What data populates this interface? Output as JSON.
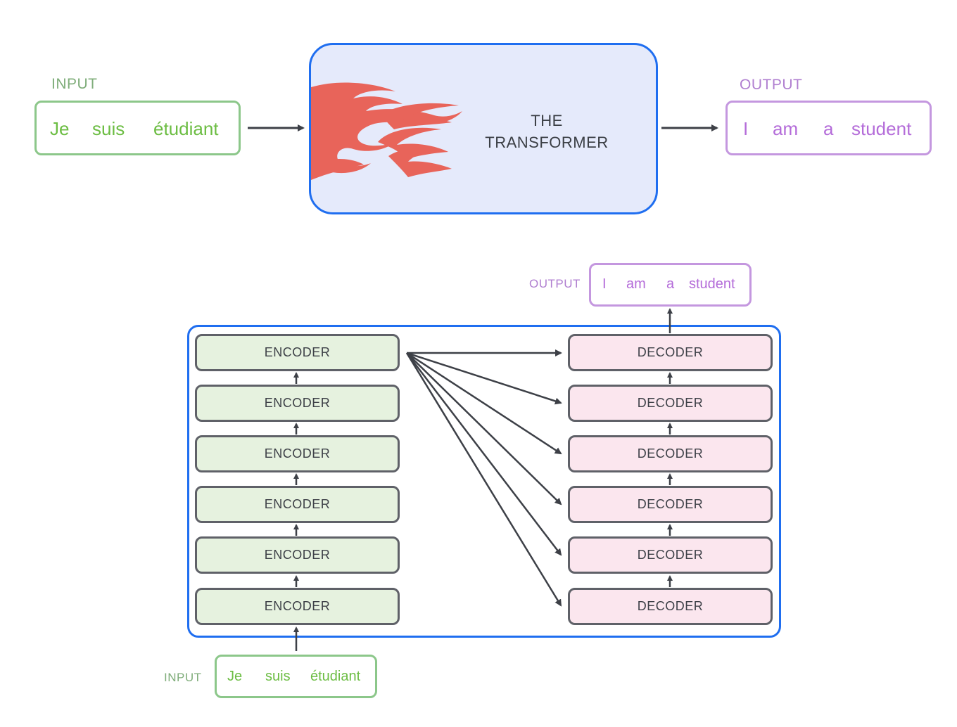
{
  "top": {
    "input_label": "INPUT",
    "input_words": [
      "Je",
      "suis",
      "étudiant"
    ],
    "transformer_line1": "THE",
    "transformer_line2": "TRANSFORMER",
    "output_label": "OUTPUT",
    "output_words": [
      "I",
      "am",
      "a",
      "student"
    ]
  },
  "bottom": {
    "output_label": "OUTPUT",
    "output_words": [
      "I",
      "am",
      "a",
      "student"
    ],
    "encoders": [
      "ENCODER",
      "ENCODER",
      "ENCODER",
      "ENCODER",
      "ENCODER",
      "ENCODER"
    ],
    "decoders": [
      "DECODER",
      "DECODER",
      "DECODER",
      "DECODER",
      "DECODER",
      "DECODER"
    ],
    "input_label": "INPUT",
    "input_words": [
      "Je",
      "suis",
      "étudiant"
    ]
  },
  "colors": {
    "input_green": "#6cbd43",
    "output_purple": "#b46cd9",
    "transformer_border": "#1f6ef0",
    "transformer_fill": "#e5eafb",
    "encoder_fill": "#e6f2df",
    "decoder_fill": "#fbe6ee",
    "flame": "#e8645a",
    "arrow": "#3d4047"
  },
  "icons": {
    "transformer_logo": "flame-icon"
  }
}
